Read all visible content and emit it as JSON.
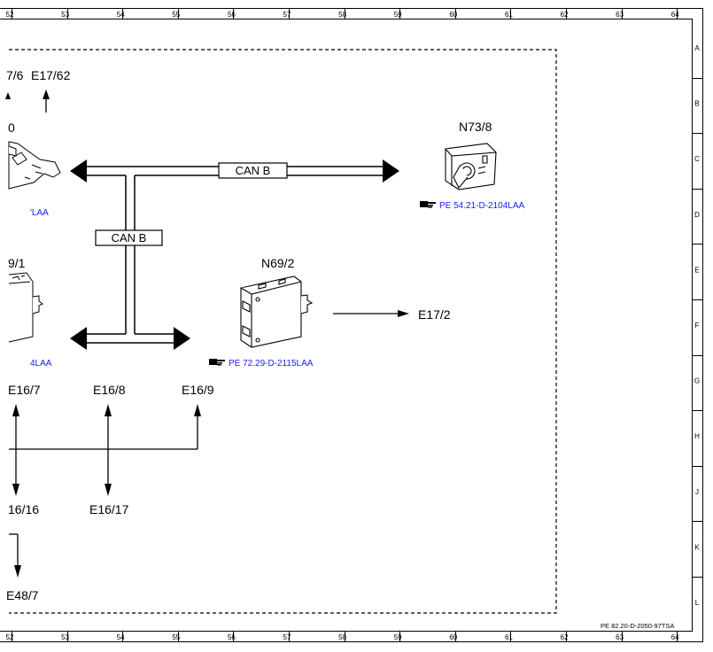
{
  "ruler": {
    "top_numbers": [
      "52",
      "53",
      "54",
      "55",
      "56",
      "57",
      "58",
      "59",
      "60",
      "61",
      "62",
      "63",
      "64"
    ],
    "side_letters": [
      "A",
      "B",
      "C",
      "D",
      "E",
      "F",
      "G",
      "H",
      "J",
      "K",
      "L"
    ]
  },
  "labels": {
    "e17_6_partial": "7/6",
    "e17_62": "E17/62",
    "left_comp_top_partial": "0",
    "left_ref_top_partial": "'LAA",
    "n73_8": "N73/8",
    "ref_n73_8": "PE 54.21-D-2104LAA",
    "can_b_h": "CAN B",
    "can_b_v": "CAN B",
    "left_comp_mid_partial": "9/1",
    "n69_2": "N69/2",
    "e17_2": "E17/2",
    "left_ref_mid_partial": "4LAA",
    "ref_n69_2": "PE 72.29-D-2115LAA",
    "e16_7": "E16/7",
    "e16_8": "E16/8",
    "e16_9": "E16/9",
    "e16_16_partial": "16/16",
    "e16_17": "E16/17",
    "e48_7_partial": "E48/7"
  },
  "footer": {
    "doc_id": "PE 82.20-D-2050-97TSA"
  }
}
